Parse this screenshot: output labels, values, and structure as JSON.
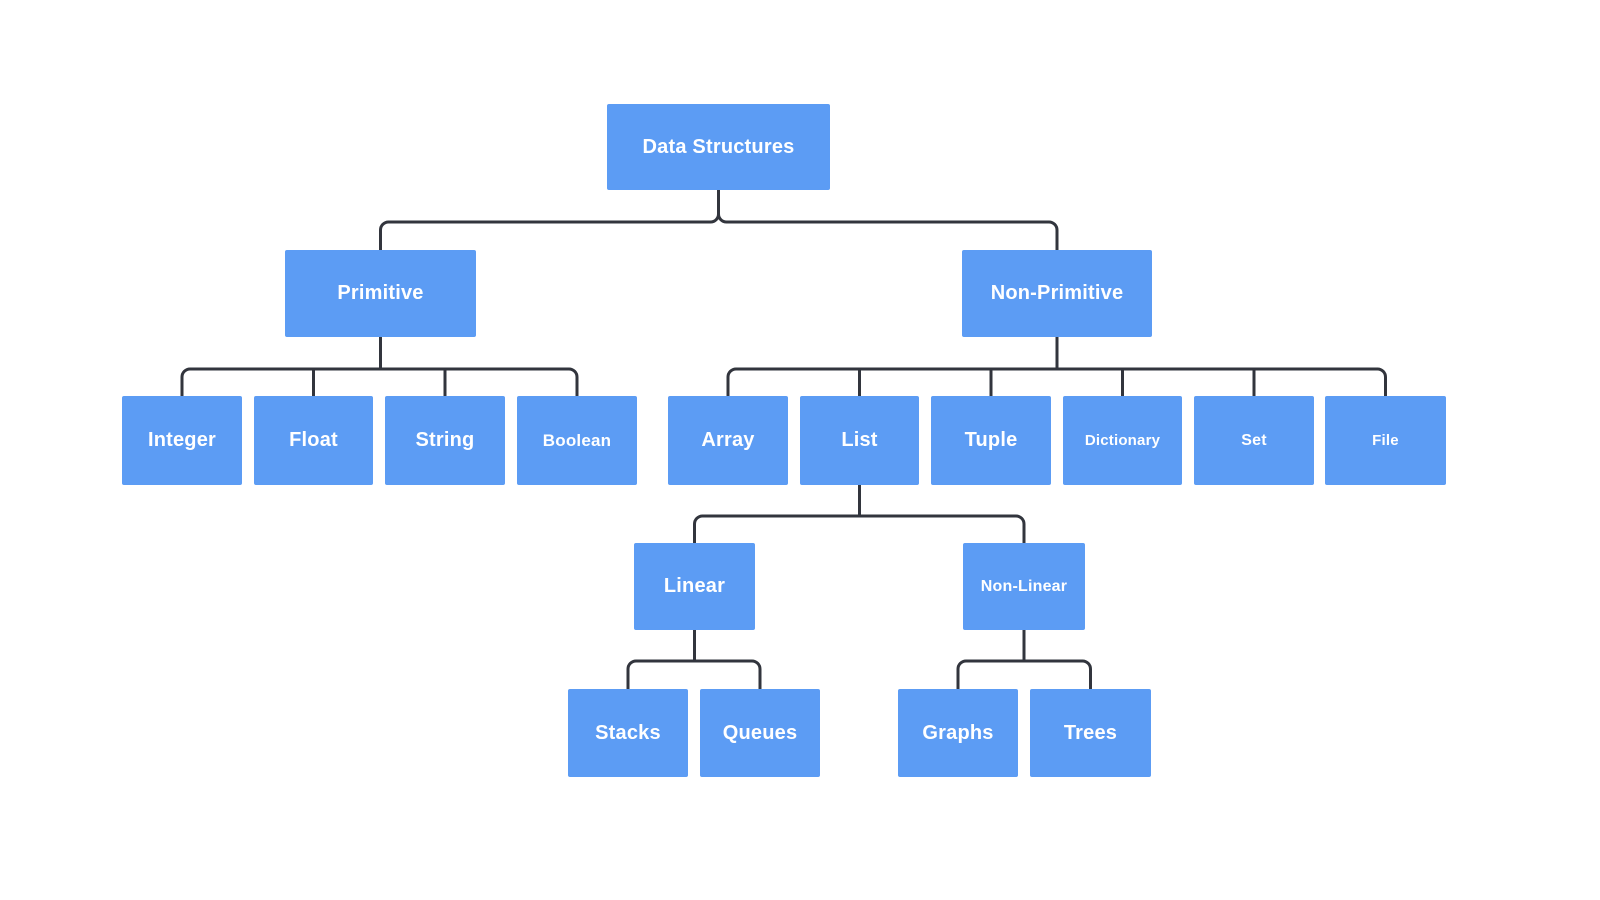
{
  "diagram": {
    "type": "tree",
    "tree": {
      "label": "Data Structures",
      "children": [
        {
          "label": "Primitive",
          "children": [
            {
              "label": "Integer"
            },
            {
              "label": "Float"
            },
            {
              "label": "String"
            },
            {
              "label": "Boolean"
            }
          ]
        },
        {
          "label": "Non-Primitive",
          "children": [
            {
              "label": "Array"
            },
            {
              "label": "List",
              "children": [
                {
                  "label": "Linear",
                  "children": [
                    {
                      "label": "Stacks"
                    },
                    {
                      "label": "Queues"
                    }
                  ]
                },
                {
                  "label": "Non-Linear",
                  "children": [
                    {
                      "label": "Graphs"
                    },
                    {
                      "label": "Trees"
                    }
                  ]
                }
              ]
            },
            {
              "label": "Tuple"
            },
            {
              "label": "Dictionary"
            },
            {
              "label": "Set"
            },
            {
              "label": "File"
            }
          ]
        }
      ]
    }
  },
  "colors": {
    "node_fill": "#5C9CF4",
    "node_text": "#FFFFFF",
    "connector": "#32353D",
    "canvas_bg": "#FFFFFF"
  }
}
